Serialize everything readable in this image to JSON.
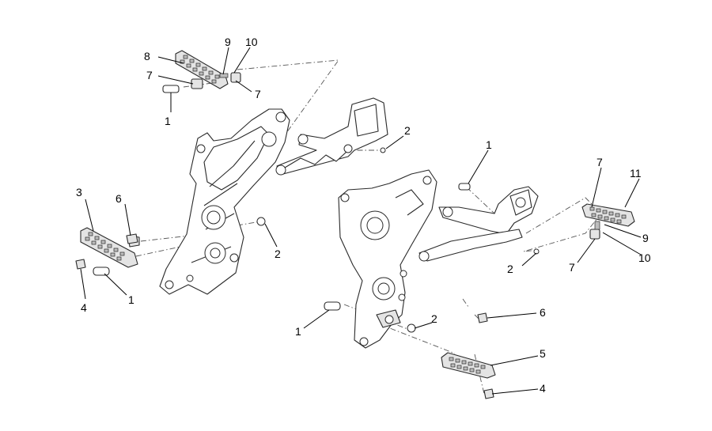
{
  "callouts": {
    "tl_9": "9",
    "tl_10": "10",
    "tl_8": "8",
    "tl_7a": "7",
    "tl_7b": "7",
    "tl_1": "1",
    "top_2": "2",
    "l_3": "3",
    "l_6": "6",
    "l_2": "2",
    "l_4": "4",
    "l_1": "1",
    "r_1": "1",
    "r_7a": "7",
    "r_11": "11",
    "r_9": "9",
    "r_10": "10",
    "r_7b": "7",
    "r_2": "2",
    "b_1": "1",
    "b_2": "2",
    "b_6": "6",
    "b_5": "5",
    "b_4": "4"
  },
  "colors": {
    "line": "#2a2a2a",
    "fill": "#e4e4e4",
    "background": "#ffffff"
  }
}
